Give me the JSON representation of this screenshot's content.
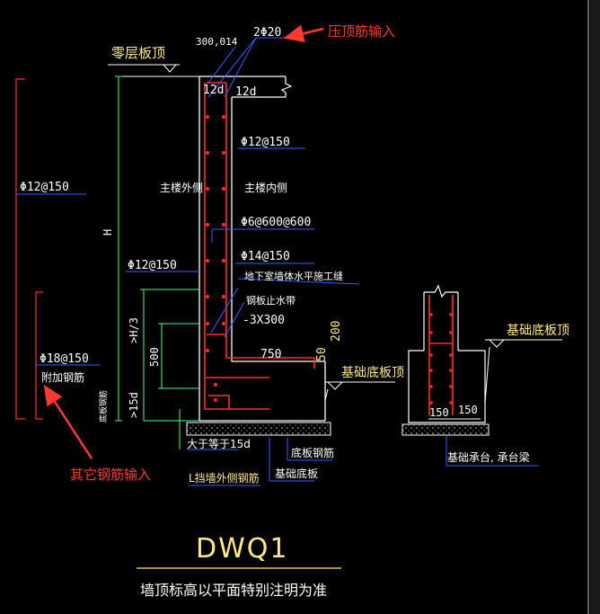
{
  "title": "DWQ1",
  "subtitle": "墙顶标高以平面特别注明为准",
  "annotations": {
    "top_bar_input": "压顶筋输入",
    "other_bar_input": "其它钢筋输入"
  },
  "labels": {
    "zero_floor_top": "零层板顶",
    "top_bar": "2Φ20",
    "dim_300": "300,014",
    "anchor_12d_left": "12d",
    "anchor_12d_right": "12d",
    "inner_bar": "Φ12@150",
    "left_outer_bar": "Φ12@150",
    "main_outer": "主楼外侧",
    "main_inner": "主楼内侧",
    "tie_bar": "Φ6@600@600",
    "horizontal_bar": "Φ14@150",
    "lower_outer_bar": "Φ12@150",
    "construction_joint": "地下室墙体水平施工缝",
    "waterstop": "钢板止水带",
    "waterstop_size": "-3X300",
    "dim_H": "H",
    "dim_H3": ">H/3",
    "dim_500": "500",
    "dim_15d_left": ">15d",
    "bottom_bar_side": "底板钢筋",
    "dim_750": "750",
    "dim_50": "50",
    "dim_200": "200",
    "foundation_slab_top": "基础底板顶",
    "extra_bar": "Φ18@150",
    "extra_bar_name": "附加钢筋",
    "ge15d": "大于等于15d",
    "L_bar": "L挡墙外侧钢筋",
    "bottom_slab_bar": "底板钢筋",
    "foundation_slab": "基础底板",
    "right_slab_top": "基础底板顶",
    "dim_150_left": "150",
    "dim_150_right": "150",
    "pile_cap": "基础承台, 承台梁"
  },
  "colors": {
    "background": "#000000",
    "concrete": "#ffffff",
    "rebar": "#ff2a2a",
    "leader": "#3b5bff",
    "text_yellow": "#ffe98a",
    "text_white": "#ffffff",
    "annotation_red": "#ff3b30",
    "dim_green": "#4cff7a",
    "border_grey": "#c8c8c8"
  }
}
